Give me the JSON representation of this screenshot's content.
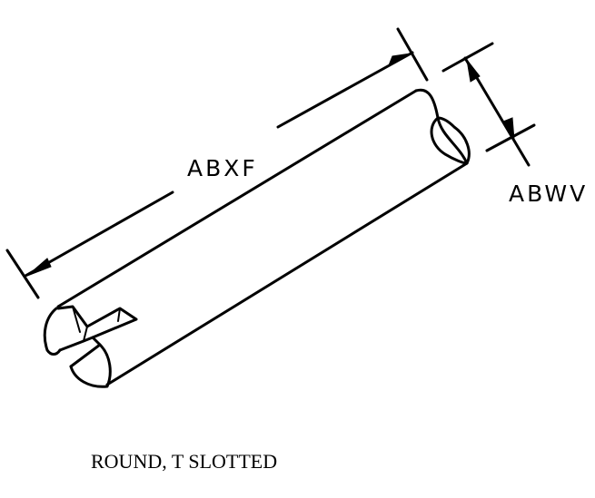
{
  "dimensions": {
    "length_label": "ABXF",
    "diameter_label": "ABWV"
  },
  "caption": "ROUND, T SLOTTED"
}
